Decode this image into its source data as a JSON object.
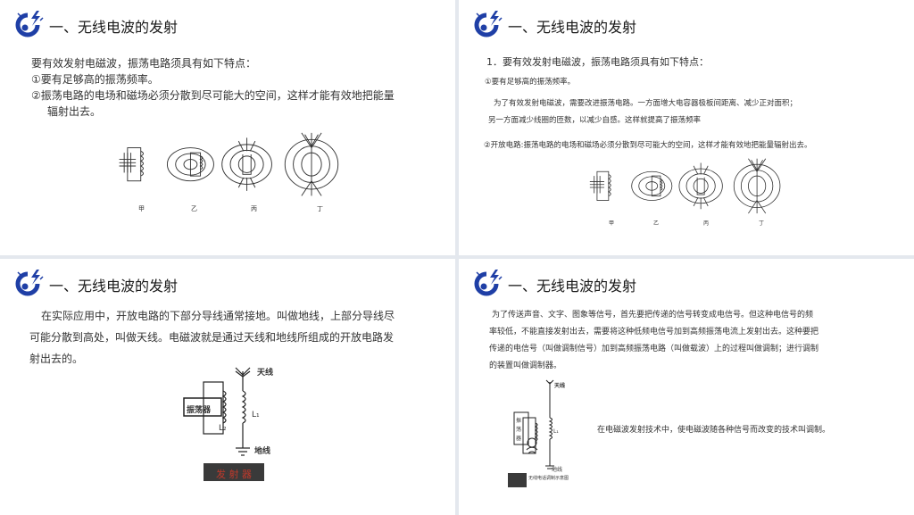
{
  "slide1": {
    "title": "一、无线电波的发射",
    "line1": "要有效发射电磁波，振荡电路须具有如下特点：",
    "line2": "①要有足够高的振荡频率。",
    "line3": "②振荡电路的电场和磁场必须分散到尽可能大的空间，这样才能有效地把能量",
    "line4": "辐射出去。",
    "fig_labels": [
      "甲",
      "乙",
      "丙",
      "丁"
    ]
  },
  "slide2": {
    "title": "一、无线电波的发射",
    "line1": "1．要有效发射电磁波，振荡电路须具有如下特点：",
    "line2": "①要有足够高的振荡频率。",
    "line3": "为了有效发射电磁波，需要改进振荡电路。一方面增大电容器极板间距离、减少正对面积；",
    "line4": "另一方面减少线圈的匝数，以减少自感。这样就提高了振荡频率",
    "line5": "②开放电路:振荡电路的电场和磁场必须分散到尽可能大的空间，这样才能有效地把能量辐射出去。",
    "fig_labels": [
      "甲",
      "乙",
      "丙",
      "丁"
    ]
  },
  "slide3": {
    "title": "一、无线电波的发射",
    "line1": "在实际应用中，开放电路的下部分导线通常接地。叫做地线，上部分导线尽",
    "line2": "可能分散到高处，叫做天线。电磁波就是通过天线和地线所组成的开放电路发",
    "line3": "射出去的。",
    "antenna": "天线",
    "oscillator": "振荡器",
    "l1": "L₁",
    "l2": "L₂",
    "ground": "地线",
    "button": "发 射 器"
  },
  "slide4": {
    "title": "一、无线电波的发射",
    "line1": "为了传送声音、文字、图象等信号，首先要把传递的信号转变成电信号。但这种电信号的频",
    "line2": "率较低，不能直接发射出去，需要将这种低频电信号加到高频振荡电流上发射出去。这种要把",
    "line3": "传递的电信号（叫做调制信号）加到高频振荡电路（叫做载波）上的过程叫做调制；进行调制",
    "line4": "的装置叫做调制器。",
    "side": "在电磁波发射技术中，使电磁波随各种信号而改变的技术叫调制。",
    "antenna": "天线",
    "osc1": "振",
    "osc2": "荡",
    "osc3": "器",
    "l": "L₁",
    "ground": "地线",
    "caption": "无线电话调制示意图"
  },
  "colors": {
    "accent": "#1f3fa6",
    "button_red": "#c0392b"
  }
}
